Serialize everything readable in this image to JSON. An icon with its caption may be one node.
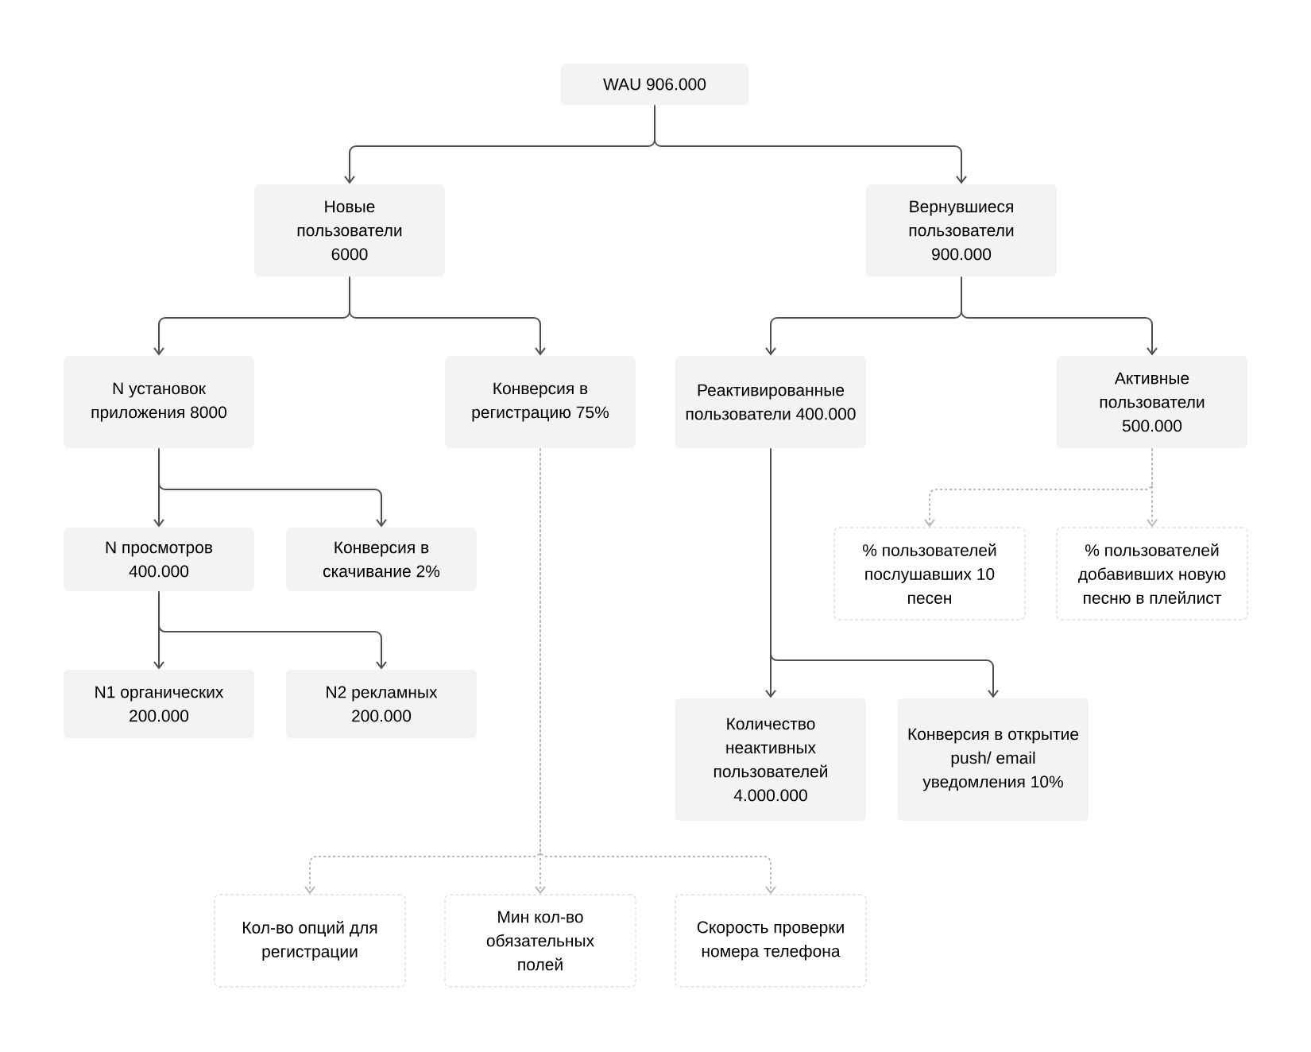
{
  "diagram": {
    "nodes": [
      {
        "text": [
          "WAU 906.000"
        ]
      },
      {
        "text": [
          "Новые пользователи 6000"
        ]
      },
      {
        "text": [
          "Вернувшиеся пользователи 900.000"
        ]
      },
      {
        "text": [
          "N установок приложения 8000"
        ]
      },
      {
        "text": [
          "Конверсия в регистрацию 75%"
        ]
      },
      {
        "text": [
          "Реактивированные пользователи 400.000"
        ]
      },
      {
        "text": [
          "Активные пользователи 500.000"
        ]
      },
      {
        "text": [
          "N просмотров 400.000"
        ]
      },
      {
        "text": [
          "Конверсия в скачивание 2%"
        ]
      },
      {
        "text": [
          "% пользователей послушавших 10 песен"
        ]
      },
      {
        "text": [
          "% пользователей добавивших новую песню в плейлист"
        ]
      },
      {
        "text": [
          "N1 органических 200.000"
        ]
      },
      {
        "text": [
          "N2 рекламных 200.000"
        ]
      },
      {
        "text": [
          "Количество неактивных пользователей 4.000.000"
        ]
      },
      {
        "text": [
          "Конверсия в открытие push/ email уведомления 10%"
        ]
      },
      {
        "text": [
          "Кол-во опций для регистрации"
        ]
      },
      {
        "text": [
          "Мин кол-во обязательных полей"
        ]
      },
      {
        "text": [
          "Скорость проверки номера телефона"
        ]
      }
    ],
    "edges": [
      {
        "from": 0,
        "to": 1,
        "arrow": "to"
      },
      {
        "from": 0,
        "to": 2,
        "arrow": "to"
      },
      {
        "from": 1,
        "to": 3,
        "arrow": "to"
      },
      {
        "from": 1,
        "to": 4,
        "arrow": "to"
      },
      {
        "from": 2,
        "to": 5,
        "arrow": "to"
      },
      {
        "from": 2,
        "to": 6,
        "arrow": "to"
      },
      {
        "from": 3,
        "to": 7,
        "arrow": "to"
      },
      {
        "from": 3,
        "to": 8,
        "arrow": "to"
      },
      {
        "from": 6,
        "to": 9,
        "arrow": "to",
        "style": "dashed",
        "color": "#b8b8b8"
      },
      {
        "from": 6,
        "to": 10,
        "arrow": "to",
        "style": "dashed",
        "color": "#b8b8b8"
      },
      {
        "from": 7,
        "to": 11,
        "arrow": "to"
      },
      {
        "from": 7,
        "to": 12,
        "arrow": "to"
      },
      {
        "from": 5,
        "to": 13,
        "arrow": "to"
      },
      {
        "from": 5,
        "to": 14,
        "arrow": "to"
      },
      {
        "from": 4,
        "to": 15,
        "arrow": "to",
        "style": "dashed",
        "color": "#b8b8b8"
      },
      {
        "from": 4,
        "to": 16,
        "arrow": "to",
        "style": "dashed",
        "color": "#b8b8b8"
      },
      {
        "from": 4,
        "to": 17,
        "arrow": "to",
        "style": "dashed",
        "color": "#b8b8b8"
      }
    ]
  }
}
